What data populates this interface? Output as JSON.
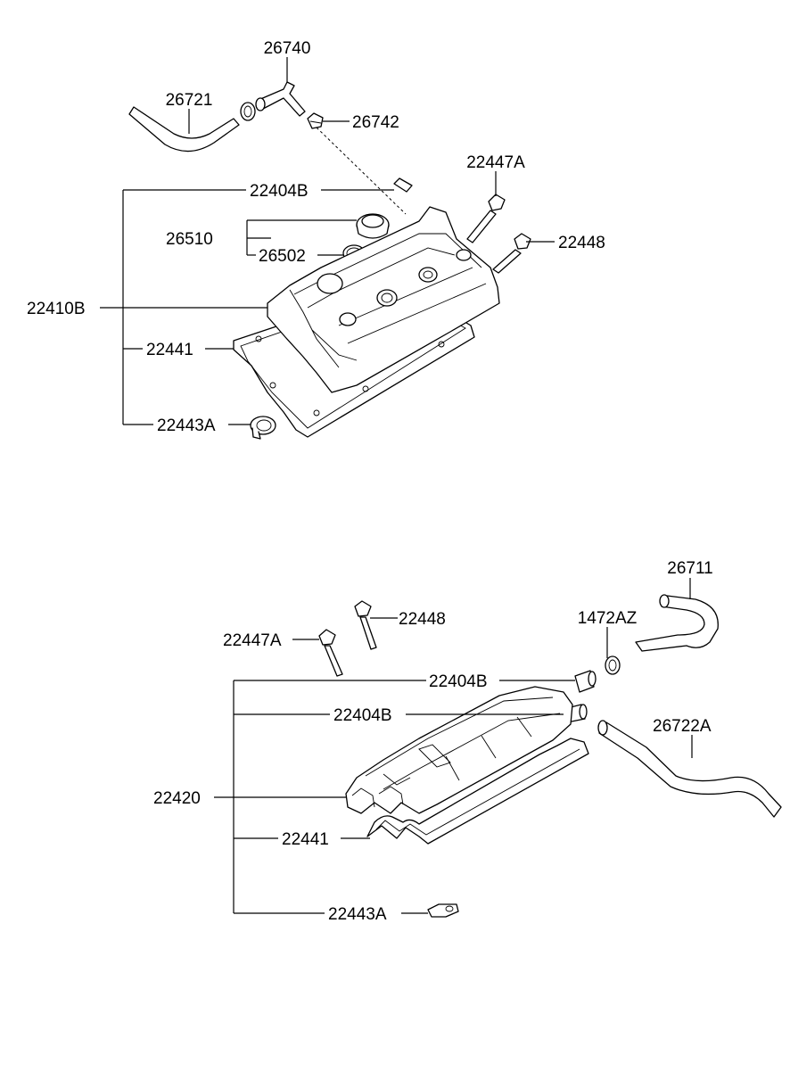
{
  "upper_assembly": {
    "labels": {
      "p26740": "26740",
      "p26721": "26721",
      "p26742": "26742",
      "p22447A": "22447A",
      "p22404B": "22404B",
      "p26510": "26510",
      "p26502": "26502",
      "p22448": "22448",
      "p22410B": "22410B",
      "p22441": "22441",
      "p22443A": "22443A"
    }
  },
  "lower_assembly": {
    "labels": {
      "p26711": "26711",
      "p1472AZ": "1472AZ",
      "p22448": "22448",
      "p22447A": "22447A",
      "p22404B_a": "22404B",
      "p22404B_b": "22404B",
      "p26722A": "26722A",
      "p22420": "22420",
      "p22441": "22441",
      "p22443A": "22443A"
    }
  }
}
